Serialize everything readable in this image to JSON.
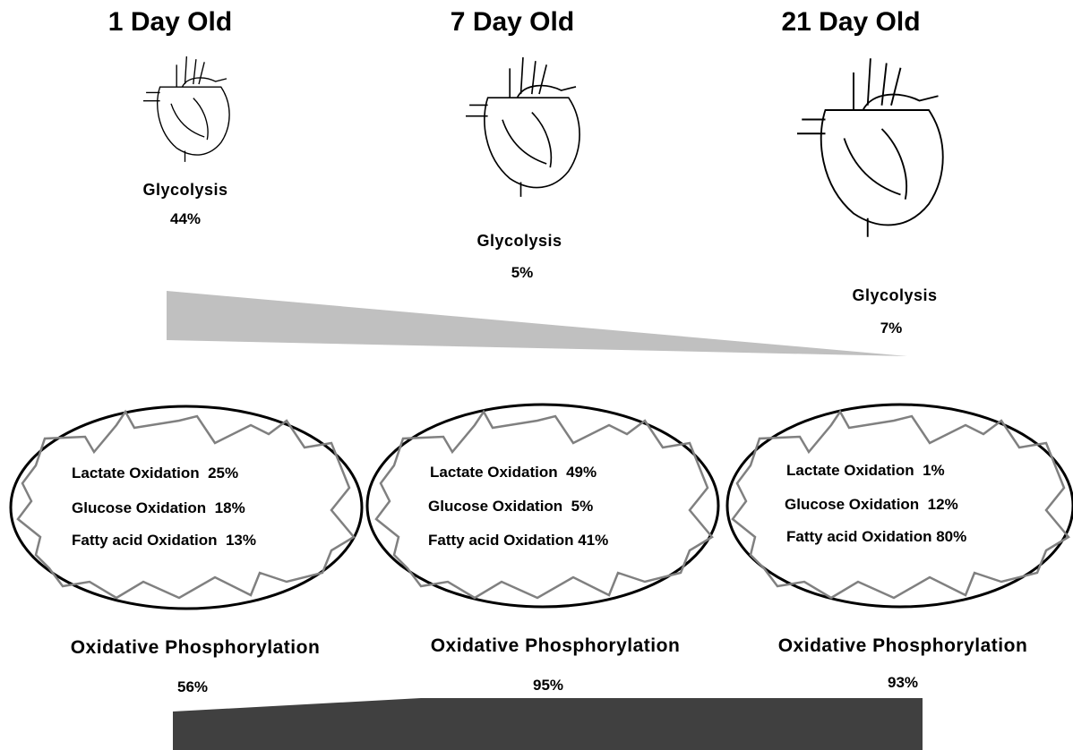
{
  "stages": [
    {
      "age": "1 Day Old",
      "glycolysis_label": "Glycolysis",
      "glycolysis_value": "44%",
      "oxidation": [
        {
          "label": "Lactate Oxidation",
          "value": "25%"
        },
        {
          "label": "Glucose Oxidation",
          "value": "18%"
        },
        {
          "label": "Fatty acid Oxidation",
          "value": "13%"
        }
      ],
      "oxphos_label": "Oxidative Phosphorylation",
      "oxphos_value": "56%"
    },
    {
      "age": "7 Day Old",
      "glycolysis_label": "Glycolysis",
      "glycolysis_value": "5%",
      "oxidation": [
        {
          "label": "Lactate Oxidation",
          "value": "49%"
        },
        {
          "label": "Glucose Oxidation",
          "value": "5%"
        },
        {
          "label": "Fatty acid Oxidation",
          "value": "41%"
        }
      ],
      "oxphos_label": "Oxidative Phosphorylation",
      "oxphos_value": "95%"
    },
    {
      "age": "21 Day Old",
      "glycolysis_label": "Glycolysis",
      "glycolysis_value": "7%",
      "oxidation": [
        {
          "label": "Lactate Oxidation",
          "value": "1%"
        },
        {
          "label": "Glucose Oxidation",
          "value": "12%"
        },
        {
          "label": "Fatty acid Oxidation",
          "value": "80%"
        }
      ],
      "oxphos_label": "Oxidative Phosphorylation",
      "oxphos_value": "93%"
    }
  ],
  "colors": {
    "glycolysis_wedge": "#c0c0c0",
    "oxphos_wedge": "#404040",
    "mitochondria_outline": "#000000",
    "cristae": "#808080"
  }
}
